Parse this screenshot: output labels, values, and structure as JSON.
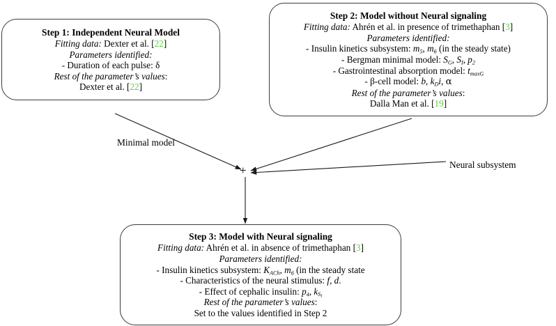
{
  "diagram": {
    "title": "Three-step model identification workflow",
    "accent_green": "#5ED13B",
    "stroke": "#3a3a3a",
    "background": "#ffffff"
  },
  "step1": {
    "header": "Step 1: Independent Neural Model",
    "fitting_label": "Fitting data:",
    "fitting_value": "Dexter et al. [",
    "fitting_cite": "22",
    "fitting_close": "]",
    "params_label": "Parameters identified:",
    "param1": "- Duration of each pulse: δ",
    "rest_label": "Rest of the parameter’s values",
    "rest_colon": ":",
    "rest_value": "Dexter et al. [",
    "rest_cite": "22",
    "rest_close": "]"
  },
  "step2": {
    "header": "Step 2: Model without Neural signaling",
    "fitting_label": "Fitting data:",
    "fitting_value": "Ahrén et al. in presence of trimethaphan [",
    "fitting_cite": "3",
    "fitting_close": "]",
    "params_label": "Parameters identified:",
    "param1_pre": "- Insulin kinetics subsystem: ",
    "param1_m5": "m",
    "param1_m5_sub": "5",
    "param1_mid": ", ",
    "param1_m6": "m",
    "param1_m6_sub": "6",
    "param1_post": " (in the steady state)",
    "param2_pre": "- Bergman minimal model: ",
    "param2_sg": "S",
    "param2_sg_sub": "G",
    "param2_si": "S",
    "param2_si_sub": "I",
    "param2_p2": "p",
    "param2_p2_sub": "2",
    "param3_pre": "- Gastrointestinal absorption model: ",
    "param3_t": "t",
    "param3_t_sub": "maxG",
    "param4_pre": "- β-cell model: ",
    "param4_b": "b",
    "param4_k": "k",
    "param4_k_sub": "D",
    "param4_i": "i",
    "param4_alpha": "α",
    "rest_label": "Rest of the parameter’s values",
    "rest_colon": ":",
    "rest_value": "Dalla Man et al. [",
    "rest_cite": "19",
    "rest_close": "]"
  },
  "step3": {
    "header": "Step 3: Model with Neural signaling",
    "fitting_label": "Fitting data:",
    "fitting_value": "Ahrén et al. in absence of trimethaphan [",
    "fitting_cite": "3",
    "fitting_close": "]",
    "params_label": "Parameters identified:",
    "param1_pre": "- Insulin kinetics subsystem: ",
    "param1_k": "K",
    "param1_k_sub": "ACh",
    "param1_mid": ", ",
    "param1_m6": "m",
    "param1_m6_sub": "6",
    "param1_post": " (in the steady state",
    "param2_pre": "- Characteristics of the neural stimulus: ",
    "param2_f": "f",
    "param2_mid": ", ",
    "param2_d": "d",
    "param2_post": ".",
    "param3_pre": "- Effect of cephalic insulin: ",
    "param3_p": "p",
    "param3_p_sub": "4",
    "param3_mid": ", ",
    "param3_k": "k",
    "param3_k_sub": "S",
    "param3_k_subsub": "I",
    "rest_label": "Rest of the parameter’s values",
    "rest_colon": ":",
    "rest_value": "Set to the values identified in Step 2"
  },
  "edges": {
    "minimal_model_label": "Minimal model",
    "neural_subsystem_label": "Neural subsystem",
    "junction_symbol": "+"
  }
}
